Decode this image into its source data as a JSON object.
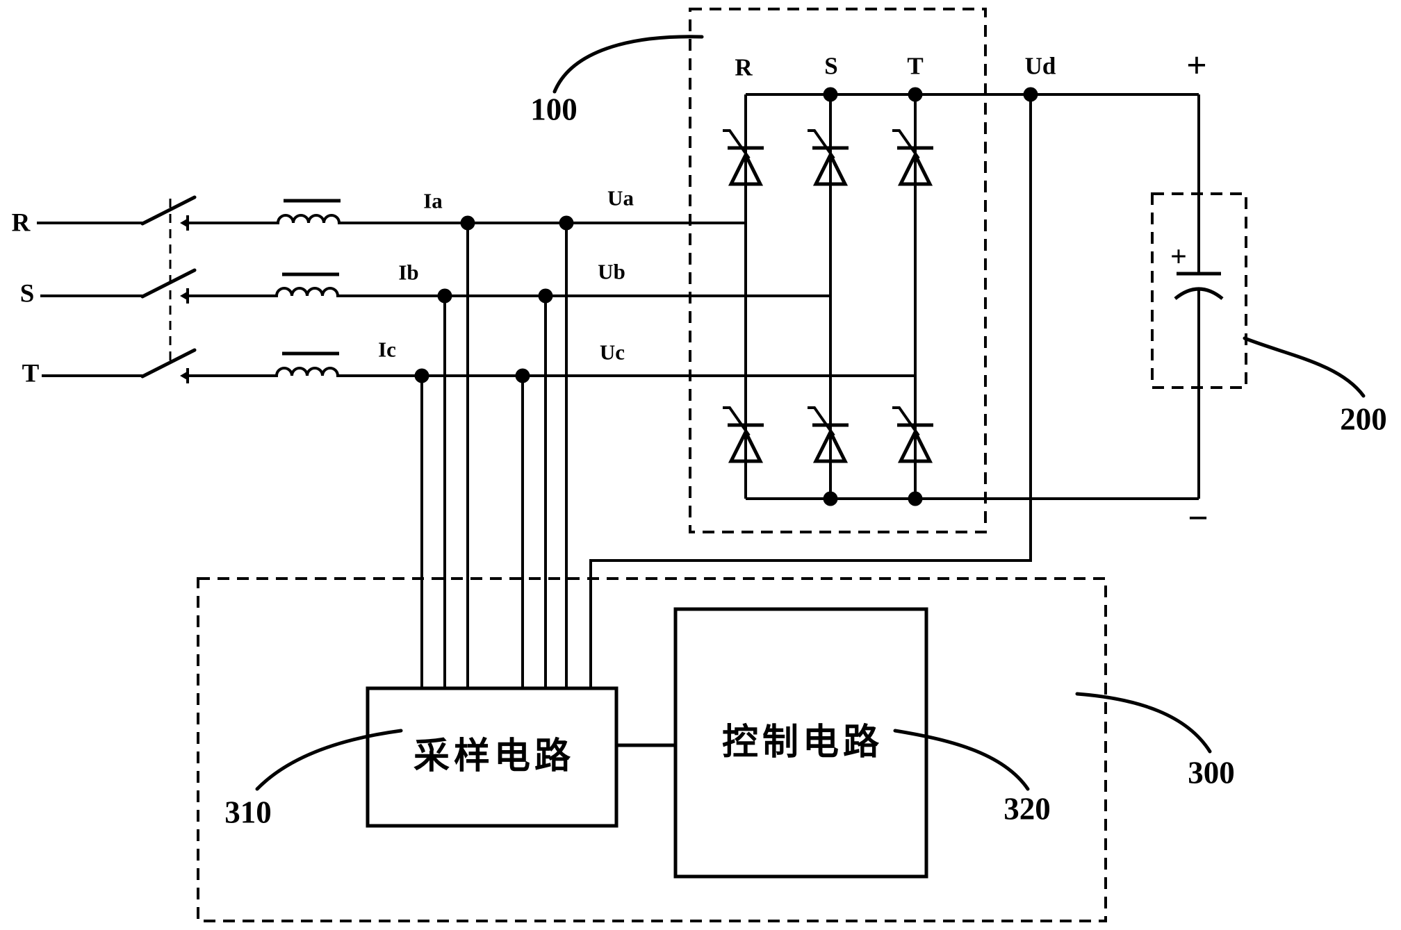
{
  "colors": {
    "ink": "#000000",
    "paper": "#ffffff"
  },
  "ac_input": {
    "terminals": [
      {
        "label": "R"
      },
      {
        "label": "S"
      },
      {
        "label": "T"
      }
    ]
  },
  "taps": {
    "current": [
      {
        "label": "Ia"
      },
      {
        "label": "Ib"
      },
      {
        "label": "Ic"
      }
    ],
    "voltage": [
      {
        "label": "Ua"
      },
      {
        "label": "Ub"
      },
      {
        "label": "Uc"
      }
    ]
  },
  "rectifier_bridge": {
    "ref": "100",
    "phase_labels": [
      {
        "label": "R"
      },
      {
        "label": "S"
      },
      {
        "label": "T"
      }
    ],
    "dc_label": "Ud",
    "dc_plus": "+",
    "dc_minus": "−"
  },
  "dc_capacitor": {
    "ref": "200",
    "polarity_plus": "+"
  },
  "controller": {
    "ref": "300",
    "sampling_circuit": {
      "ref": "310",
      "label": "采样电路"
    },
    "control_circuit": {
      "ref": "320",
      "label": "控制电路"
    }
  }
}
